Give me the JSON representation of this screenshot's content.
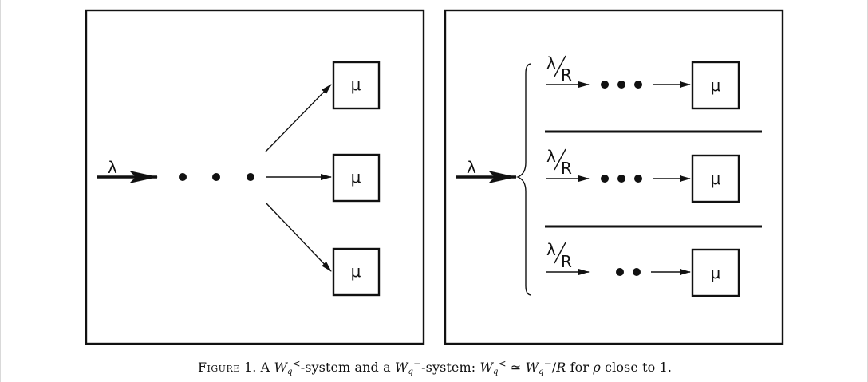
{
  "figure": {
    "arrival_label": "λ",
    "server_label": "μ",
    "split_numerator": "λ",
    "split_denominator": "R"
  },
  "caption": {
    "label": "Figure",
    "number": "1.",
    "a1": "A",
    "W": "W",
    "q": "q",
    "lt": "<",
    "system1": "-system and a",
    "minus": "−",
    "system2": "-system:",
    "approx": "≃",
    "div": "/",
    "R": "R",
    "for": "for",
    "rho": "ρ",
    "tail": "close to 1."
  }
}
